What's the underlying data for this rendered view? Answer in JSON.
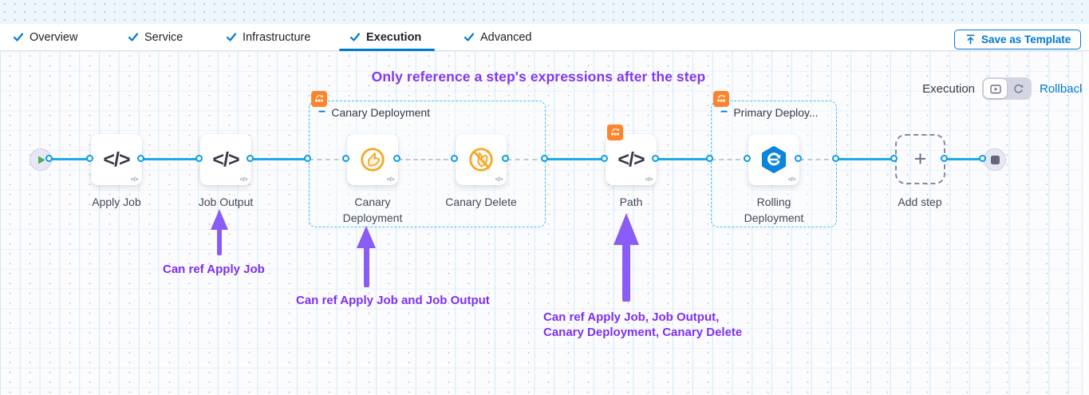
{
  "icons": {
    "check": "✓",
    "code": "</>",
    "code_badge": "</>",
    "plus": "+",
    "collapse": "−"
  },
  "colors": {
    "accent_blue": "#0278d5",
    "connector_blue": "#1ea9ee",
    "annotation_purple": "#8138f2",
    "badge_orange": "#ff832b"
  },
  "tabs": {
    "items": [
      "Overview",
      "Service",
      "Infrastructure",
      "Execution",
      "Advanced"
    ],
    "active": "Execution"
  },
  "header": {
    "save_button": "Save as Template"
  },
  "canvas": {
    "heading": "Only reference a step's expressions after the step",
    "mode": {
      "label": "Execution",
      "rollback": "Rollback"
    },
    "pipeline": {
      "steps": {
        "apply_job": "Apply Job",
        "job_output": "Job Output",
        "canary_deployment": "Canary Deployment",
        "canary_delete": "Canary Delete",
        "path": "Path",
        "rolling_deployment": "Rolling Deployment",
        "add_step": "Add step"
      },
      "groups": {
        "canary": "Canary Deployment",
        "primary": "Primary Deploy..."
      }
    },
    "annotations": {
      "ref1": "Can ref Apply Job",
      "ref2": "Can ref Apply Job and Job Output",
      "ref3_line1": "Can ref Apply Job, Job Output,",
      "ref3_line2": "Canary Deployment, Canary Delete"
    }
  }
}
